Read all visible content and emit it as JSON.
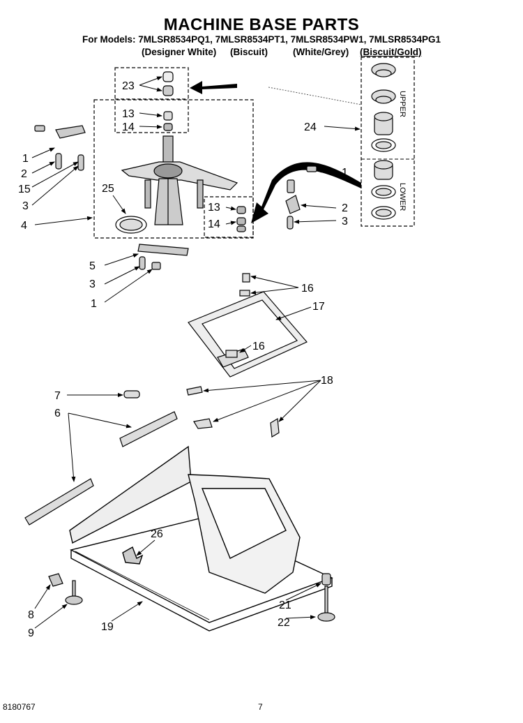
{
  "title": "MACHINE BASE PARTS",
  "models_line": "For Models: 7MLSR8534PQ1, 7MLSR8534PT1, 7MLSR8534PW1, 7MLSR8534PG1",
  "colors": [
    "(Designer White)",
    "(Biscuit)",
    "(White/Grey)",
    "(Biscuit/Gold)"
  ],
  "insert_labels": {
    "upper": "UPPER",
    "lower": "LOWER"
  },
  "callouts": {
    "c1": "1",
    "c2": "2",
    "c3": "3",
    "c4": "4",
    "c5": "5",
    "c6": "6",
    "c7": "7",
    "c8": "8",
    "c9": "9",
    "c13": "13",
    "c14": "14",
    "c15": "15",
    "c16": "16",
    "c17": "17",
    "c18": "18",
    "c19": "19",
    "c21": "21",
    "c22": "22",
    "c23": "23",
    "c24": "24",
    "c25": "25",
    "c26": "26"
  },
  "footer": {
    "doc_number": "8180767",
    "page": "7"
  }
}
